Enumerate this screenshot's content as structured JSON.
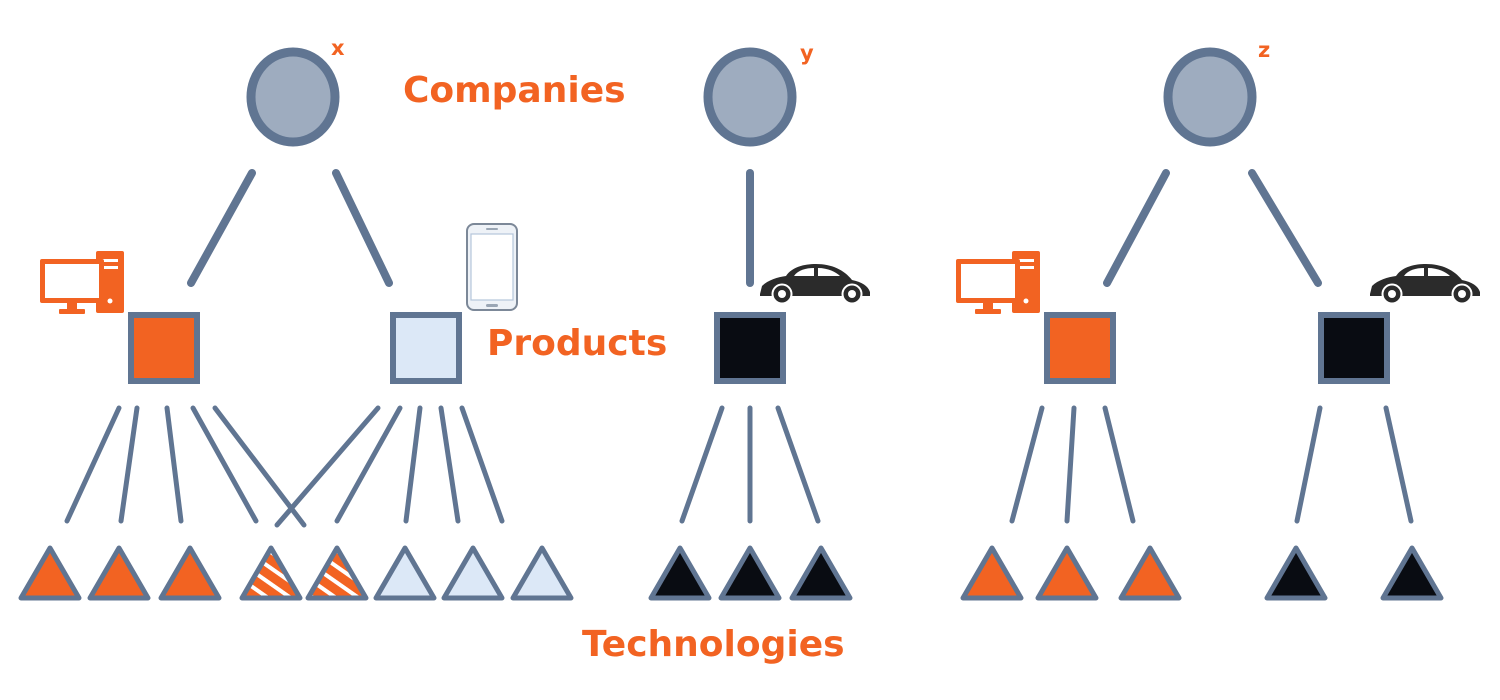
{
  "labels": {
    "companies": "Companies",
    "products": "Products",
    "technologies": "Technologies"
  },
  "companies": [
    {
      "id": "x",
      "name": "x"
    },
    {
      "id": "y",
      "name": "y"
    },
    {
      "id": "z",
      "name": "z"
    }
  ],
  "products": [
    {
      "id": "x-computer",
      "company": "x",
      "fill": "orange",
      "icon": "computer-icon"
    },
    {
      "id": "x-phone",
      "company": "x",
      "fill": "light-blue",
      "icon": "smartphone-icon"
    },
    {
      "id": "y-car",
      "company": "y",
      "fill": "black",
      "icon": "car-icon"
    },
    {
      "id": "z-computer",
      "company": "z",
      "fill": "orange",
      "icon": "computer-icon"
    },
    {
      "id": "z-car",
      "company": "z",
      "fill": "black",
      "icon": "car-icon"
    }
  ],
  "technologies": [
    {
      "id": "t1",
      "fill": "orange"
    },
    {
      "id": "t2",
      "fill": "orange"
    },
    {
      "id": "t3",
      "fill": "orange"
    },
    {
      "id": "t4",
      "fill": "hatched"
    },
    {
      "id": "t5",
      "fill": "hatched"
    },
    {
      "id": "t6",
      "fill": "light-blue"
    },
    {
      "id": "t7",
      "fill": "light-blue"
    },
    {
      "id": "t8",
      "fill": "light-blue"
    },
    {
      "id": "t9",
      "fill": "black"
    },
    {
      "id": "t10",
      "fill": "black"
    },
    {
      "id": "t11",
      "fill": "black"
    },
    {
      "id": "t12",
      "fill": "orange"
    },
    {
      "id": "t13",
      "fill": "orange"
    },
    {
      "id": "t14",
      "fill": "orange"
    },
    {
      "id": "t15",
      "fill": "black"
    },
    {
      "id": "t16",
      "fill": "black"
    }
  ],
  "colors": {
    "accent": "#f26322",
    "stroke": "#607592",
    "company_fill": "#9eacbf",
    "light_blue": "#dce8f7",
    "black": "#090c12",
    "icon_dark": "#2b2b2b",
    "white": "#ffffff"
  }
}
